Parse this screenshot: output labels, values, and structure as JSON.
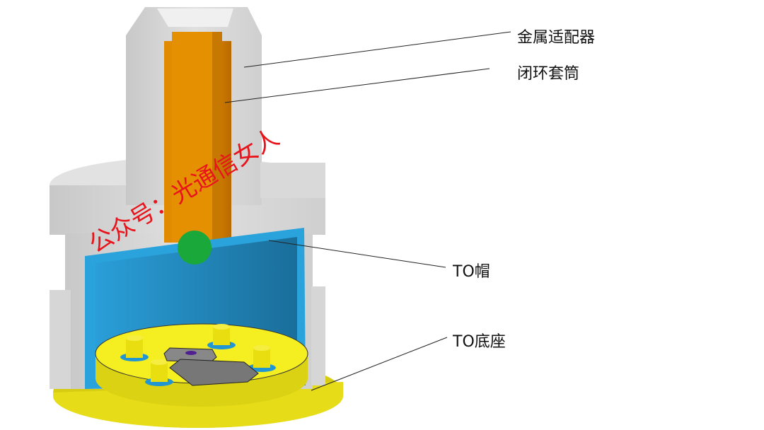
{
  "labels": {
    "metal_adapter": "金属适配器",
    "closed_sleeve": "闭环套筒",
    "to_cap": "TO帽",
    "to_base": "TO底座"
  },
  "watermark": "公众号：光通信女人",
  "colors": {
    "metal": "#d4d4d4",
    "sleeve": "#e48a00",
    "cap": "#2196d0",
    "base": "#f2ea1c",
    "ball": "#1aa83a",
    "watermark": "#e8141c"
  }
}
